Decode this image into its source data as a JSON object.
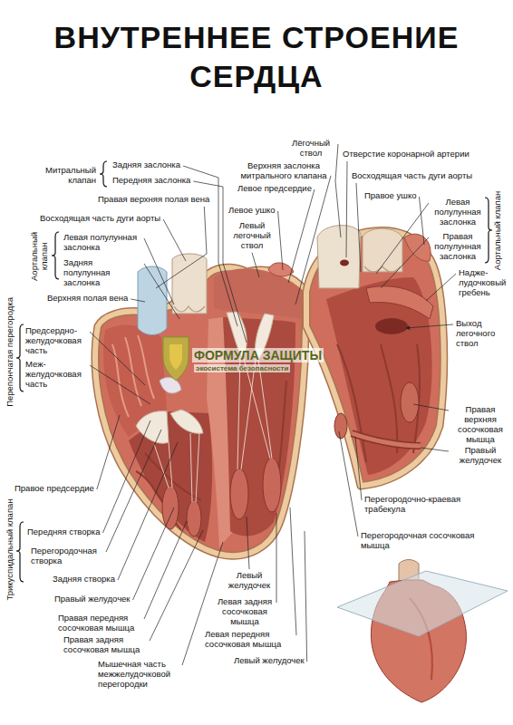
{
  "diagram": {
    "title": "ВНУТРЕННЕЕ СТРОЕНИЕ СЕРДЦА",
    "labels": [
      "Митральный клапан",
      "Задняя заслонка",
      "Передняя заслонка",
      "Правая верхняя полая вена",
      "Восходящая часть дуги аорты",
      "Аортальный клапан",
      "Левая полулунная заслонка",
      "Задняя полулунная заслонка",
      "Верхняя полая вена",
      "Перепончатая перегородка",
      "Предсердно- желудочковая часть",
      "Меж- желудочковая часть",
      "Правое предсердие",
      "Трикуспидальный клапан",
      "Передняя створка",
      "Перегородочная створка",
      "Задняя створка",
      "Правый желудочек",
      "Правая передняя сосочковая мышца",
      "Правая задняя сосочковая мышца",
      "Мышечная часть межжелудочковой перегородки",
      "Лёгочный ствол",
      "Верхняя заслонка митрального клапана",
      "Левое предсердие",
      "Левое ушко",
      "Левый легочный ствол",
      "Отверстие коронарной артерии",
      "Восходящая часть дуги аорты",
      "Правое ушко",
      "Левая полулунная заслонка",
      "Правая полулунная заслонка",
      "Аортальный клапан",
      "Надже- лудочковый гребень",
      "Выход легочного ствол",
      "Правая верхняя сосочковая мышца",
      "Правый желудочек",
      "Перегородочно-краевая трабекула",
      "Перегородочная сосочковая мышца",
      "Левый желудочек",
      "Левая задняя сосочковая мышца",
      "Левая передняя сосочковая мышца",
      "Левый желудочек",
      "ФОРМУЛА ЗАЩИТЫ",
      "экосистема безопасности"
    ]
  }
}
